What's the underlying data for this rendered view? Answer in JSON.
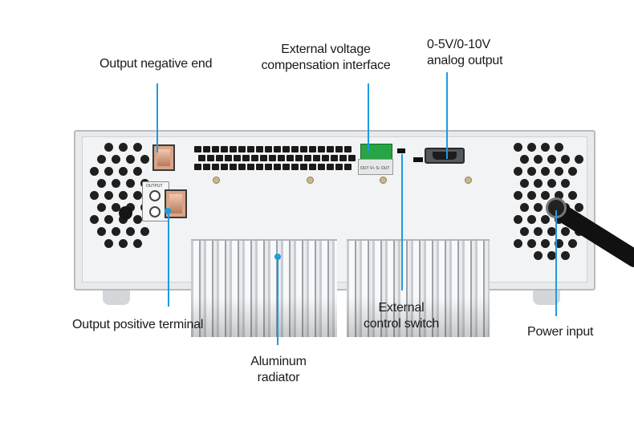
{
  "labels": {
    "output_negative": "Output negative end",
    "ext_voltage_line1": "External voltage",
    "ext_voltage_line2": "compensation interface",
    "analog_line1": "0-5V/0-10V",
    "analog_line2": "analog output",
    "output_positive": "Output positive terminal",
    "aluminum_line1": "Aluminum",
    "aluminum_line2": "radiator",
    "ext_control_line1": "External",
    "ext_control_line2": "control switch",
    "power_input": "Power input"
  },
  "panel_text": {
    "output": "OUTPUT",
    "connector_pins": "OUT V+ S- OUT"
  },
  "colors": {
    "callout": "#1e9be0",
    "chassis": "#e8eaec",
    "terminal_connector": "#27a544"
  },
  "icons": [
    "ventilation-holes",
    "copper-terminal",
    "green-terminal-block",
    "db9-port",
    "power-cable"
  ]
}
